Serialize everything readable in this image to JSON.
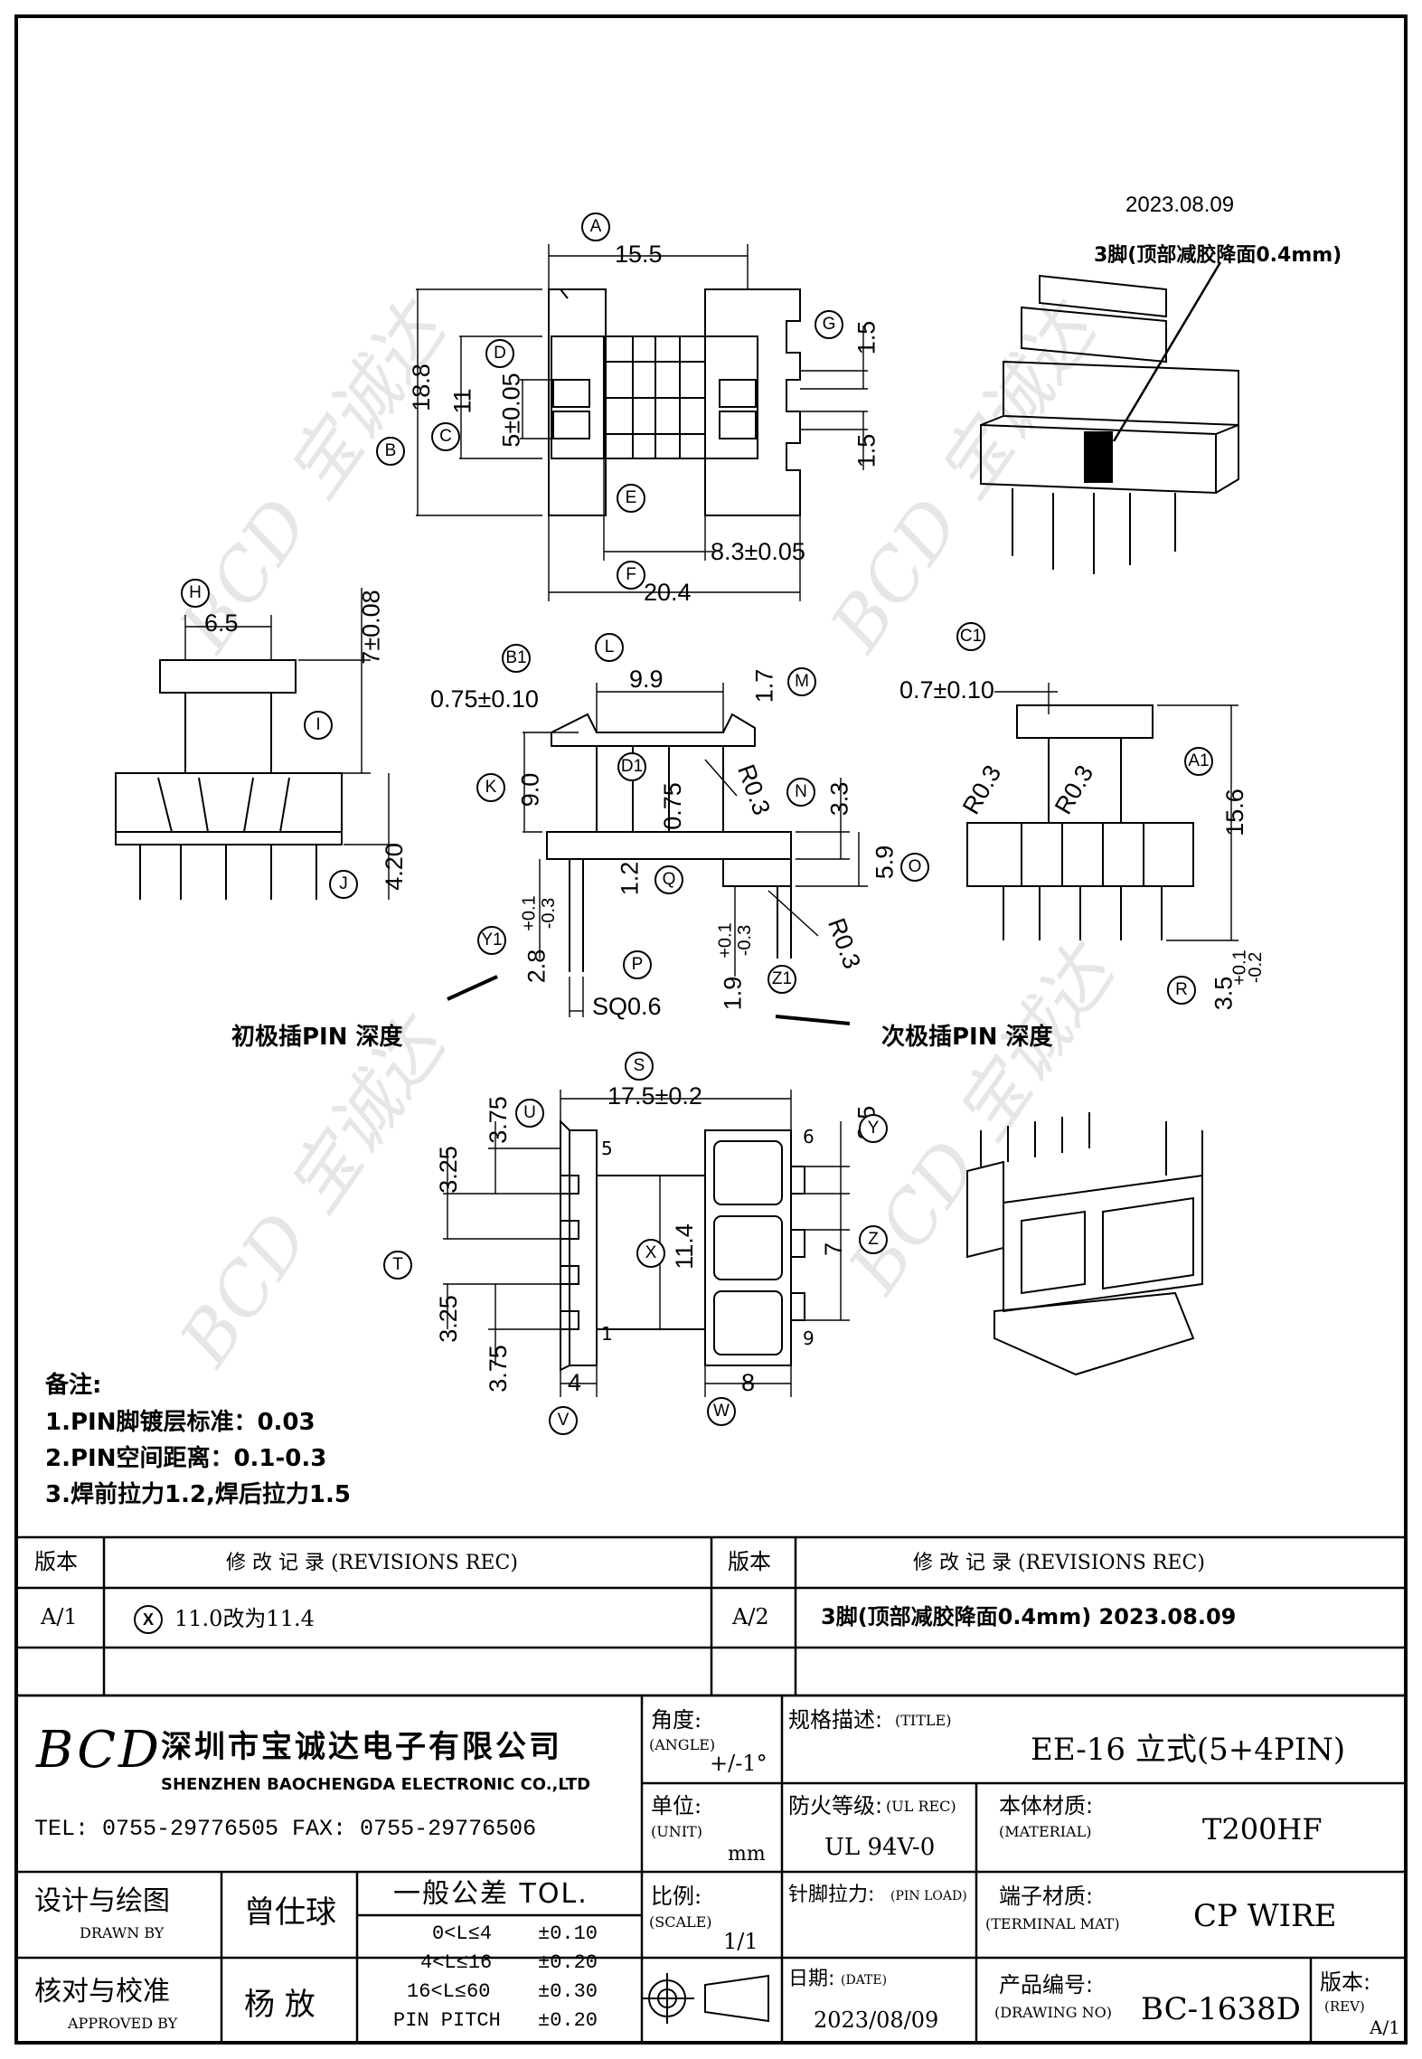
{
  "header": {
    "revision_date": "2023.08.09",
    "revision_callout": "3脚(顶部减胶降面0.4mm)"
  },
  "watermarks": [
    "BCD 宝诚达",
    "BCD 宝诚达",
    "BCD 宝诚达",
    "BCD 宝诚达"
  ],
  "top_view": {
    "dims": [
      "15.5",
      "18.8",
      "11",
      "5±0.05",
      "1.5",
      "1.5",
      "8.3±0.05",
      "20.4"
    ],
    "bubbles": [
      "A",
      "B",
      "C",
      "D",
      "E",
      "F",
      "G"
    ]
  },
  "side_view": {
    "dims": [
      "6.5",
      "7±0.08",
      "4.20"
    ],
    "bubbles": [
      "H",
      "I",
      "J"
    ]
  },
  "front_view": {
    "dims": [
      "0.75±0.10",
      "9.9",
      "1.7",
      "9.0",
      "0.75",
      "R0.3",
      "3.3",
      "5.9",
      "1.2",
      "2.8",
      "+0.1",
      "-0.3",
      "1.9",
      "+0.1",
      "-0.3",
      "R0.3",
      "SQ0.6"
    ],
    "bubbles": [
      "B1",
      "L",
      "M",
      "K",
      "D1",
      "N",
      "O",
      "Q",
      "Y1",
      "P",
      "Z1"
    ]
  },
  "right_view": {
    "dims": [
      "0.7±0.10",
      "R0.3",
      "R0.3",
      "15.6",
      "3.5",
      "+0.1",
      "-0.2"
    ],
    "bubbles": [
      "C1",
      "A1",
      "R"
    ]
  },
  "pin_labels": {
    "primary": "初极插PIN 深度",
    "secondary": "次极插PIN 深度"
  },
  "bottom_view": {
    "dims": [
      "17.5±0.2",
      "3.75",
      "3.25",
      "3.25",
      "3.75",
      "11.4",
      "3.5",
      "7",
      "4",
      "8"
    ],
    "bubbles": [
      "S",
      "U",
      "T",
      "X",
      "Y",
      "Z",
      "V",
      "W"
    ],
    "pin_numbers": [
      "5",
      "1",
      "6",
      "9"
    ]
  },
  "notes": {
    "title": "备注:",
    "items": [
      "1.PIN脚镀层标准：0.03",
      "2.PIN空间距离：0.1-0.3",
      "3.焊前拉力1.2,焊后拉力1.5"
    ]
  },
  "revisions": {
    "col_version": "版本",
    "col_record": "修 改 记 录  (REVISIONS REC)",
    "left": {
      "version": "A/1",
      "bubble": "X",
      "text": "11.0改为11.4"
    },
    "right": {
      "version": "A/2",
      "text": "3脚(顶部减胶降面0.4mm) 2023.08.09"
    }
  },
  "title_block": {
    "logo": "BCD",
    "company_cn": "深圳市宝诚达电子有限公司",
    "company_en": "SHENZHEN BAOCHENGDA ELECTRONIC CO.,LTD",
    "contact": "TEL: 0755-29776505  FAX: 0755-29776506",
    "angle_label": "角度:",
    "angle_label_en": "(ANGLE)",
    "angle_value": "+/-1°",
    "title_label": "规格描述:",
    "title_label_en": "(TITLE)",
    "title_value": "EE-16 立式(5+4PIN)",
    "unit_label": "单位:",
    "unit_label_en": "(UNIT)",
    "unit_value": "mm",
    "ul_label": "防火等级:",
    "ul_label_en": "(UL REC)",
    "ul_value": "UL 94V-0",
    "material_label": "本体材质:",
    "material_label_en": "(MATERIAL)",
    "material_value": "T200HF",
    "scale_label": "比例:",
    "scale_label_en": "(SCALE)",
    "scale_value": "1/1",
    "pin_load_label": "针脚拉力:",
    "pin_load_label_en": "(PIN LOAD)",
    "terminal_label": "端子材质:",
    "terminal_label_en": "(TERMINAL MAT)",
    "terminal_value": "CP WIRE",
    "designer_label": "设计与绘图",
    "designer_label_en": "DRAWN BY",
    "designer_name": "曾仕球",
    "checker_label": "核对与校准",
    "checker_label_en": "APPROVED BY",
    "checker_name": "杨  放",
    "tol_title": "一般公差 TOL.",
    "tol_rows": [
      {
        "range": "0<L≤4",
        "tol": "±0.10"
      },
      {
        "range": "4<L≤16",
        "tol": "±0.20"
      },
      {
        "range": "16<L≤60",
        "tol": "±0.30"
      },
      {
        "range": "PIN PITCH",
        "tol": "±0.20"
      }
    ],
    "date_label": "日期:",
    "date_label_en": "(DATE)",
    "date_value": "2023/08/09",
    "drawing_no_label": "产品编号:",
    "drawing_no_label_en": "(DRAWING NO)",
    "drawing_no": "BC-1638D",
    "rev_label": "版本:",
    "rev_label_en": "(REV)",
    "rev_value": "A/1"
  }
}
